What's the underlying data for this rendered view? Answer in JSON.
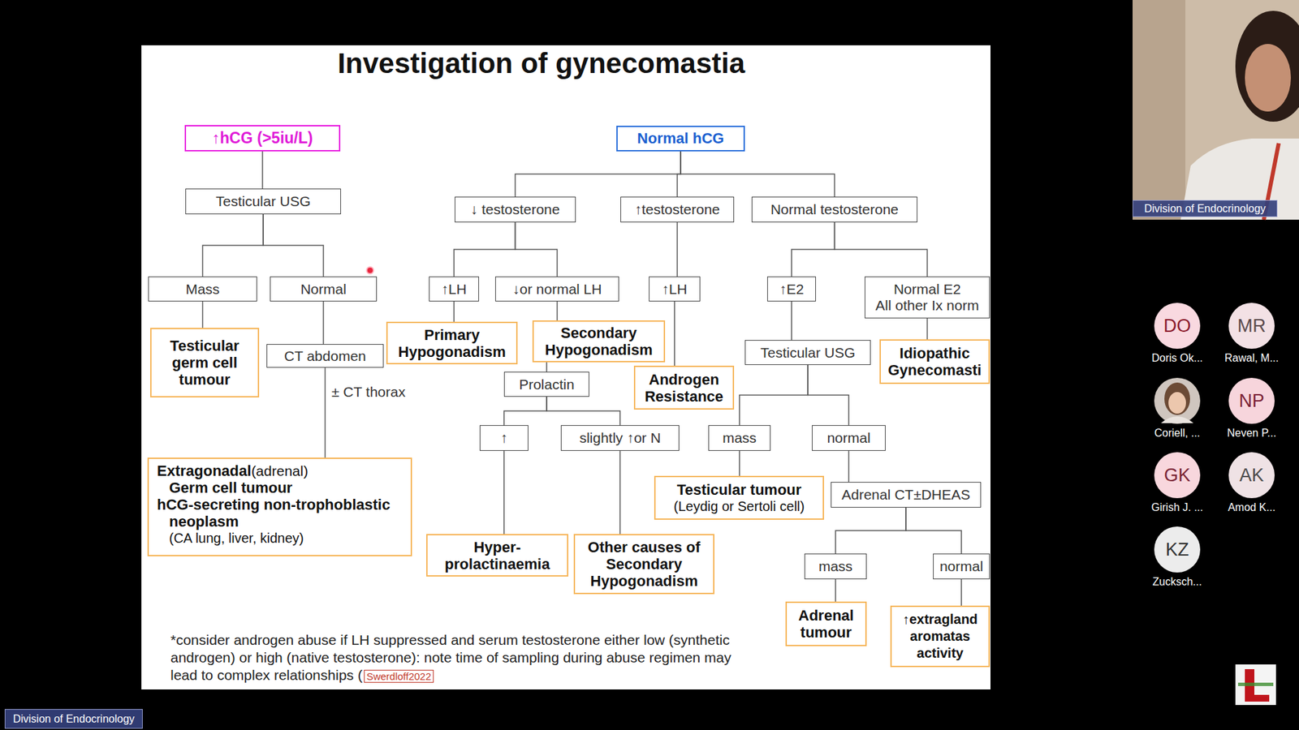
{
  "diagram": {
    "title": "Investigation of gynecomastia",
    "nodes": [
      {
        "text": [
          "↑hCG (>5iu/L)"
        ]
      },
      {
        "text": [
          "Testicular USG"
        ]
      },
      {
        "text": [
          "Mass"
        ]
      },
      {
        "text": [
          "Normal"
        ]
      },
      {
        "text": [
          "Testicular germ cell tumour"
        ]
      },
      {
        "text": [
          "CT abdomen"
        ]
      },
      {
        "text": [
          "Extragonadal",
          "(adrenal)",
          "Germ cell tumour",
          "hCG-secreting non-trophoblastic neoplasm",
          "(CA lung, liver, kidney)"
        ]
      },
      {
        "text": [
          "Normal hCG"
        ]
      },
      {
        "text": [
          "↓ testosterone"
        ]
      },
      {
        "text": [
          "↑testosterone"
        ]
      },
      {
        "text": [
          "Normal testosterone"
        ]
      },
      {
        "text": [
          "↑LH"
        ]
      },
      {
        "text": [
          "↓or normal LH"
        ]
      },
      {
        "text": [
          "↑LH"
        ]
      },
      {
        "text": [
          "↑E2"
        ]
      },
      {
        "text": [
          "Normal E2",
          "All other Ix norm"
        ]
      },
      {
        "text": [
          "Primary Hypogonadism"
        ]
      },
      {
        "text": [
          "Secondary Hypogonadism"
        ]
      },
      {
        "text": [
          "Prolactin"
        ]
      },
      {
        "text": [
          "Androgen Resistance"
        ]
      },
      {
        "text": [
          "Testicular USG"
        ]
      },
      {
        "text": [
          "Idiopathic Gynecomasti"
        ]
      },
      {
        "text": [
          "↑"
        ]
      },
      {
        "text": [
          "slightly ↑or N"
        ]
      },
      {
        "text": [
          "mass"
        ]
      },
      {
        "text": [
          "normal"
        ]
      },
      {
        "text": [
          "Testicular tumour",
          "(Leydig or Sertoli cell)"
        ]
      },
      {
        "text": [
          "Adrenal CT±DHEAS"
        ]
      },
      {
        "text": [
          "Hyper-prolactinaemia"
        ]
      },
      {
        "text": [
          "Other causes of Secondary Hypogonadism"
        ]
      },
      {
        "text": [
          "mass"
        ]
      },
      {
        "text": [
          "normal"
        ]
      },
      {
        "text": [
          "Adrenal tumour"
        ]
      },
      {
        "text": [
          "↑extragland aromatas activity"
        ]
      },
      {
        "text": [
          "Division of Endocrinology"
        ]
      },
      {
        "text": [
          "DO",
          "Doris Ok..."
        ]
      },
      {
        "text": [
          "MR",
          "Rawal, M..."
        ]
      },
      {
        "text": [
          "Coriell, ..."
        ]
      },
      {
        "text": [
          "NP",
          "Neven P..."
        ]
      },
      {
        "text": [
          "GK",
          "Girish J. ..."
        ]
      },
      {
        "text": [
          "AK",
          "Amod K..."
        ]
      },
      {
        "text": [
          "KZ",
          "Zucksch..."
        ]
      },
      {
        "text": [
          "Division of Endocrinology"
        ]
      }
    ],
    "edges": [
      {
        "from": 0,
        "to": 1,
        "arrow": "none"
      },
      {
        "from": 1,
        "to": 2,
        "arrow": "none"
      },
      {
        "from": 1,
        "to": 3,
        "arrow": "none"
      },
      {
        "from": 2,
        "to": 4,
        "arrow": "none"
      },
      {
        "from": 3,
        "to": 5,
        "arrow": "none"
      },
      {
        "from": 5,
        "to": 6,
        "arrow": "none"
      },
      {
        "from": 7,
        "to": 8,
        "arrow": "none"
      },
      {
        "from": 7,
        "to": 9,
        "arrow": "none"
      },
      {
        "from": 7,
        "to": 10,
        "arrow": "none"
      },
      {
        "from": 8,
        "to": 11,
        "arrow": "none"
      },
      {
        "from": 8,
        "to": 12,
        "arrow": "none"
      },
      {
        "from": 9,
        "to": 13,
        "arrow": "none"
      },
      {
        "from": 10,
        "to": 14,
        "arrow": "none"
      },
      {
        "from": 10,
        "to": 15,
        "arrow": "none"
      },
      {
        "from": 11,
        "to": 16,
        "arrow": "none"
      },
      {
        "from": 12,
        "to": 17,
        "arrow": "none"
      },
      {
        "from": 17,
        "to": 18,
        "arrow": "none"
      },
      {
        "from": 18,
        "to": 22,
        "arrow": "none"
      },
      {
        "from": 18,
        "to": 23,
        "arrow": "none"
      },
      {
        "from": 13,
        "to": 19,
        "arrow": "none"
      },
      {
        "from": 14,
        "to": 20,
        "arrow": "none"
      },
      {
        "from": 15,
        "to": 21,
        "arrow": "none"
      },
      {
        "from": 20,
        "to": 24,
        "arrow": "none"
      },
      {
        "from": 20,
        "to": 25,
        "arrow": "none"
      },
      {
        "from": 22,
        "to": 28,
        "arrow": "none"
      },
      {
        "from": 23,
        "to": 29,
        "arrow": "none"
      },
      {
        "from": 24,
        "to": 26,
        "arrow": "none"
      },
      {
        "from": 25,
        "to": 27,
        "arrow": "none"
      },
      {
        "from": 27,
        "to": 30,
        "arrow": "none"
      },
      {
        "from": 27,
        "to": 31,
        "arrow": "none"
      },
      {
        "from": 30,
        "to": 32,
        "arrow": "none"
      },
      {
        "from": 31,
        "to": 33,
        "arrow": "none"
      }
    ],
    "labels": [
      "± CT thorax",
      "*consider androgen abuse if LH suppressed and serum testosterone either low (synthetic androgen) or high (native testosterone): note time of sampling during abuse regimen may lead to complex relationships (",
      "Swerdloff2022"
    ]
  }
}
